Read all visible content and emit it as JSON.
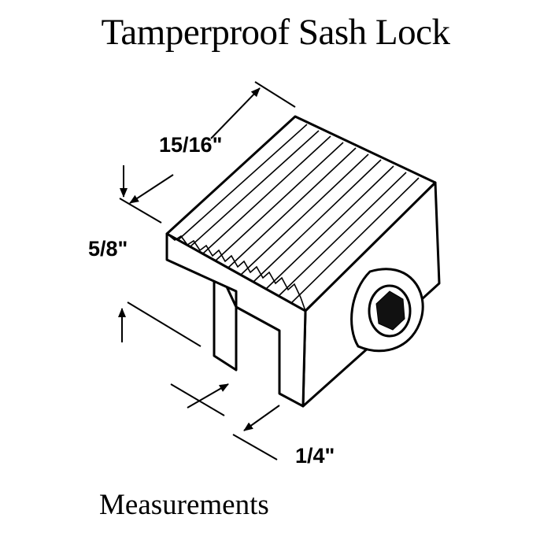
{
  "title": "Tamperproof Sash Lock",
  "caption": "Measurements",
  "dimensions": {
    "length": "15/16\"",
    "height": "5/8\"",
    "slot_width": "1/4\""
  }
}
